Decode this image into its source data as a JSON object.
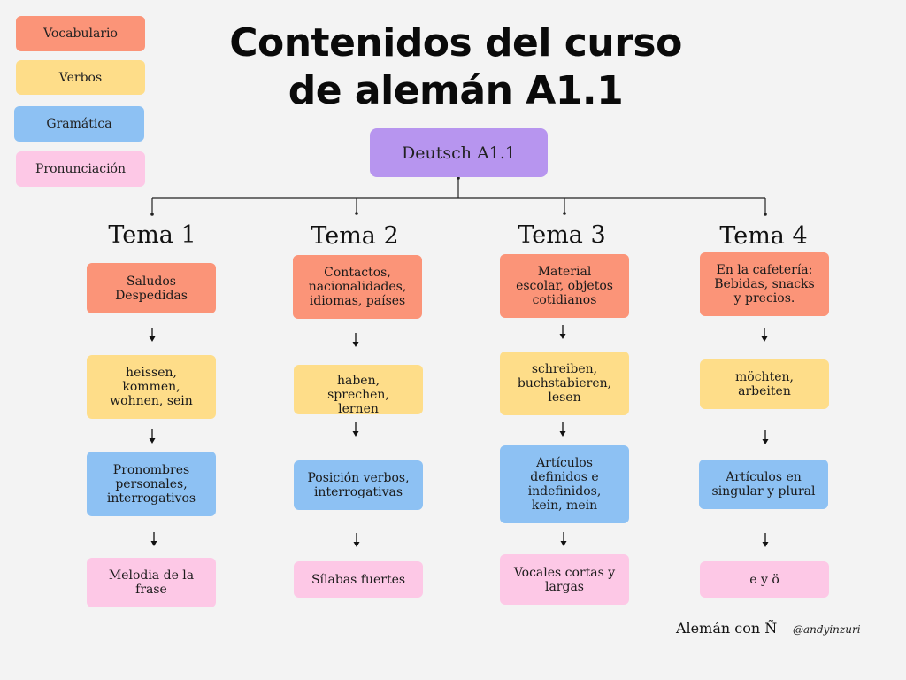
{
  "legend": {
    "vocabulario": "Vocabulario",
    "verbos": "Verbos",
    "gramatica": "Gramática",
    "pronunciacion": "Pronunciación"
  },
  "colors": {
    "vocabulario": "#fb9478",
    "verbos": "#fedd89",
    "gramatica": "#8dc1f3",
    "pronunciacion": "#fdc8e6",
    "root": "#b795ef"
  },
  "title": {
    "line1": "Contenidos del curso",
    "line2": "de alemán A1.1"
  },
  "root": "Deutsch A1.1",
  "temas": [
    {
      "title": "Tema 1",
      "vocabulario": "Saludos\nDespedidas",
      "verbos": "heissen,\nkommen,\nwohnen, sein",
      "gramatica": "Pronombres\npersonales,\ninterrogativos",
      "pronunciacion": "Melodia de la\nfrase"
    },
    {
      "title": "Tema 2",
      "vocabulario": "Contactos,\nnacionalidades,\nidiomas, países",
      "verbos": "haben,\nsprechen,\nlernen",
      "gramatica": "Posición verbos,\ninterrogativas",
      "pronunciacion": "Sílabas fuertes"
    },
    {
      "title": "Tema 3",
      "vocabulario": "Material\nescolar, objetos\ncotidianos",
      "verbos": "schreiben,\nbuchstabieren,\nlesen",
      "gramatica": "Artículos\ndefinidos e\nindefinidos,\nkein, mein",
      "pronunciacion": "Vocales cortas y\nlargas"
    },
    {
      "title": "Tema 4",
      "vocabulario": "En la cafetería:\nBebidas, snacks\ny precios.",
      "verbos": "möchten,\narbeiten",
      "gramatica": "Artículos en\nsingular y plural",
      "pronunciacion": "e y ö"
    }
  ],
  "footer": {
    "brand": "Alemán con Ñ",
    "handle": "@andyinzuri"
  }
}
